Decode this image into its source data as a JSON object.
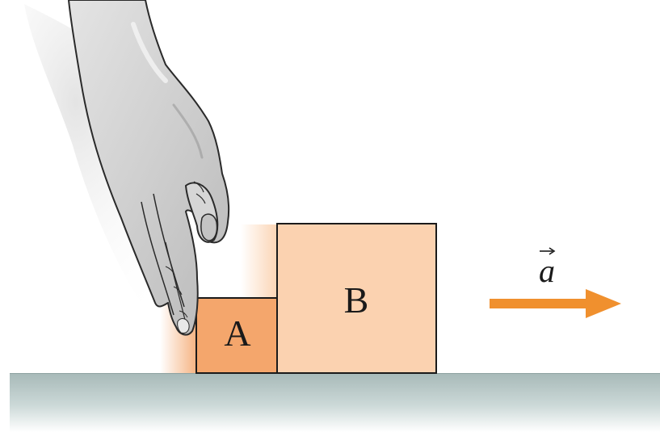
{
  "figure": {
    "block_a": {
      "label": "A",
      "color": "#f4a66c"
    },
    "block_b": {
      "label": "B",
      "color": "#fbd2b0"
    },
    "acceleration": {
      "label": "a",
      "arrow_color": "#f0902e"
    },
    "surface": {
      "color": "#aebfbe"
    },
    "hand": {
      "icon": "hand-pushing-icon"
    }
  }
}
